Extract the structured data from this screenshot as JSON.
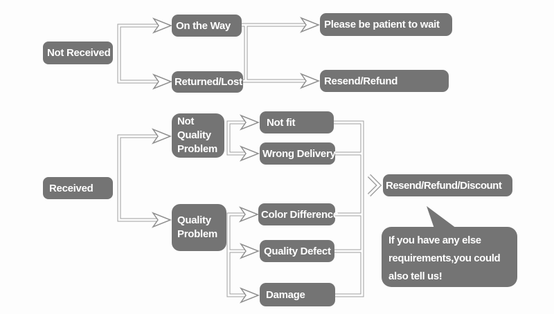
{
  "diagram": {
    "colors": {
      "node_fill": "#747474",
      "connector_line": "#9e9e9e",
      "text": "#ffffff",
      "background": "#fdfdfd"
    },
    "nodes": {
      "not_received": {
        "label": "Not Received"
      },
      "on_the_way": {
        "label": "On the Way"
      },
      "returned_lost": {
        "label": "Returned/Lost"
      },
      "please_wait": {
        "label": "Please be patient to wait"
      },
      "resend_refund": {
        "label": "Resend/Refund"
      },
      "received": {
        "label": "Received"
      },
      "not_quality_problem": {
        "label": "Not Quality Problem"
      },
      "quality_problem": {
        "label": "Quality Problem"
      },
      "not_fit": {
        "label": "Not fit"
      },
      "wrong_delivery": {
        "label": "Wrong Delivery"
      },
      "color_difference": {
        "label": "Color Difference"
      },
      "quality_defect": {
        "label": "Quality Defect"
      },
      "damage": {
        "label": "Damage"
      },
      "resend_refund_discount": {
        "label": "Resend/Refund/Discount"
      }
    },
    "speech_bubble": {
      "lines": [
        "If you have any else",
        "requirements,you could",
        "also tell us!"
      ]
    },
    "edges": [
      {
        "from": "Not Received",
        "to": "On the Way"
      },
      {
        "from": "Not Received",
        "to": "Returned/Lost"
      },
      {
        "from": "On the Way",
        "to": "Please be patient to wait"
      },
      {
        "from": "Returned/Lost",
        "to": "Resend/Refund"
      },
      {
        "from": "Received",
        "to": "Not Quality Problem"
      },
      {
        "from": "Received",
        "to": "Quality Problem"
      },
      {
        "from": "Not Quality Problem",
        "to": "Not fit"
      },
      {
        "from": "Not Quality Problem",
        "to": "Wrong Delivery"
      },
      {
        "from": "Quality Problem",
        "to": "Color Difference"
      },
      {
        "from": "Quality Problem",
        "to": "Quality Defect"
      },
      {
        "from": "Quality Problem",
        "to": "Damage"
      },
      {
        "from": "Not fit",
        "to": "Resend/Refund/Discount"
      },
      {
        "from": "Wrong Delivery",
        "to": "Resend/Refund/Discount"
      },
      {
        "from": "Color Difference",
        "to": "Resend/Refund/Discount"
      },
      {
        "from": "Quality Defect",
        "to": "Resend/Refund/Discount"
      },
      {
        "from": "Damage",
        "to": "Resend/Refund/Discount"
      }
    ]
  }
}
